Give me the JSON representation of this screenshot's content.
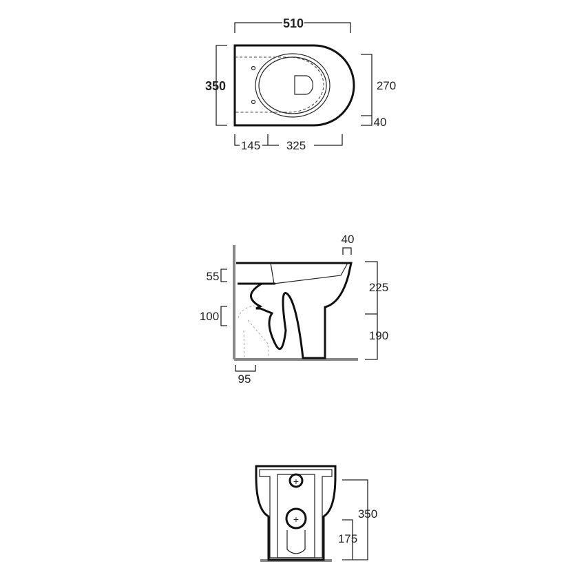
{
  "top_view": {
    "overall_length": "510",
    "overall_width": "350",
    "seat_width": "270",
    "rim_offset": "40",
    "fixing_offset": "145",
    "fixing_to_front": "325"
  },
  "side_view": {
    "rim_thickness": "40",
    "upper_height": "225",
    "lower_height": "190",
    "inlet_height": "55",
    "outlet_height": "100",
    "wall_offset": "95"
  },
  "front_view": {
    "total_height": "350",
    "outlet_center_height": "175"
  }
}
